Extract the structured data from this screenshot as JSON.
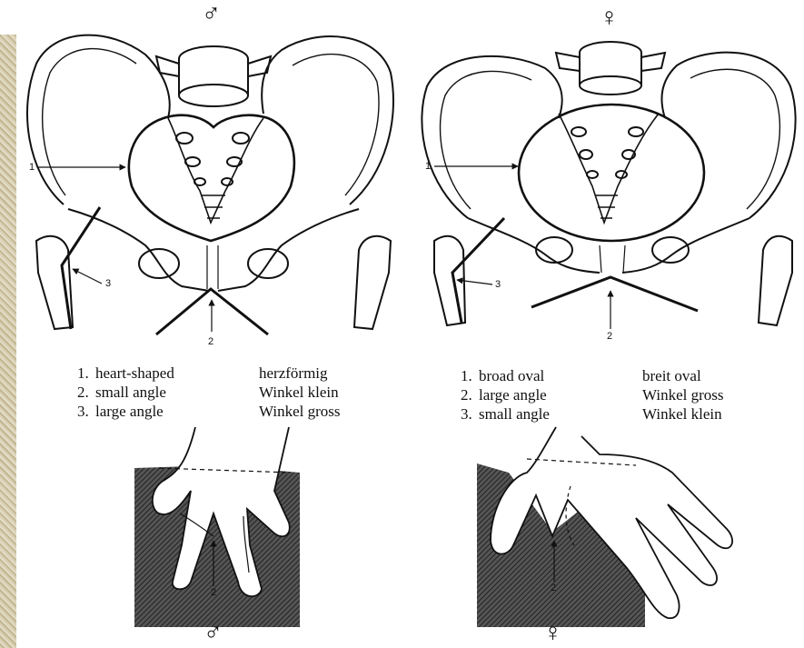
{
  "male": {
    "symbol_top": "♂",
    "symbol_bottom": "♂",
    "markers": [
      "1",
      "2",
      "3"
    ],
    "legend": [
      {
        "num": "1.",
        "en": "heart-shaped",
        "de": "herzförmig"
      },
      {
        "num": "2.",
        "en": "small angle",
        "de": "Winkel klein"
      },
      {
        "num": "3.",
        "en": "large angle",
        "de": "Winkel gross"
      }
    ],
    "hand_marker": "2"
  },
  "female": {
    "symbol_top": "♀",
    "symbol_bottom": "♀",
    "markers": [
      "1",
      "2",
      "3"
    ],
    "legend": [
      {
        "num": "1.",
        "en": "broad oval",
        "de": "breit oval"
      },
      {
        "num": "2.",
        "en": "large angle",
        "de": "Winkel gross"
      },
      {
        "num": "3.",
        "en": "small angle",
        "de": "Winkel klein"
      }
    ],
    "hand_marker": "2"
  }
}
